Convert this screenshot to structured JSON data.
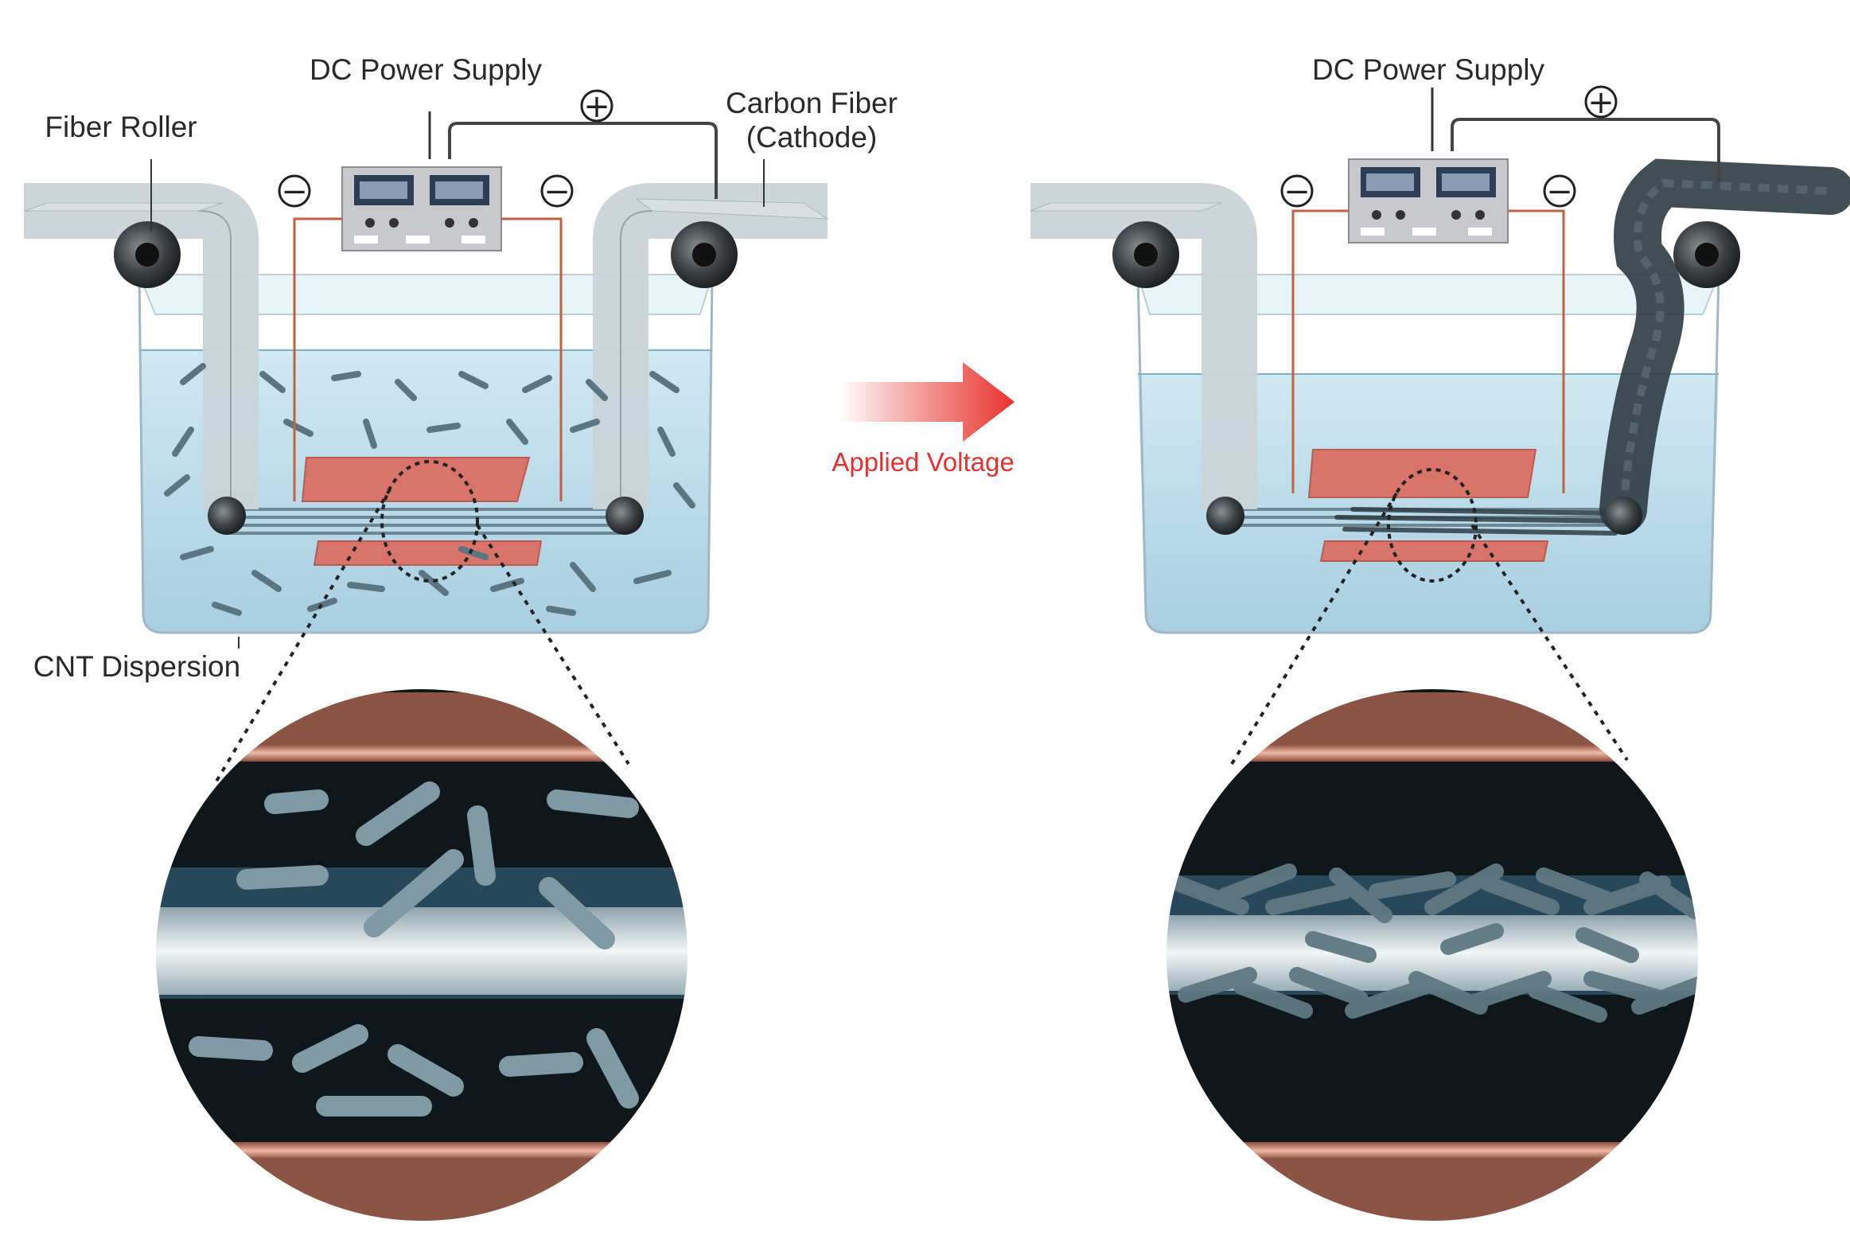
{
  "labels": {
    "dc_power_supply_left": "DC Power Supply",
    "dc_power_supply_right": "DC Power Supply",
    "fiber_roller": "Fiber Roller",
    "carbon_fiber_line1": "Carbon Fiber",
    "carbon_fiber_line2": "(Cathode)",
    "cnt_dispersion": "CNT Dispersion",
    "applied_voltage": "Applied Voltage"
  },
  "signs": {
    "plus": "+",
    "minus": "−"
  },
  "colors": {
    "liquid": "#a9d3e6",
    "electrode": "#d9746a",
    "wire": "#c0623e",
    "arrow": "#e8312c",
    "cnt": "#5b7682",
    "fiber": "#c9d4d8"
  },
  "icons": {
    "arrow": "right-arrow-icon",
    "power_supply": "power-supply-icon",
    "roller": "roller-icon"
  }
}
